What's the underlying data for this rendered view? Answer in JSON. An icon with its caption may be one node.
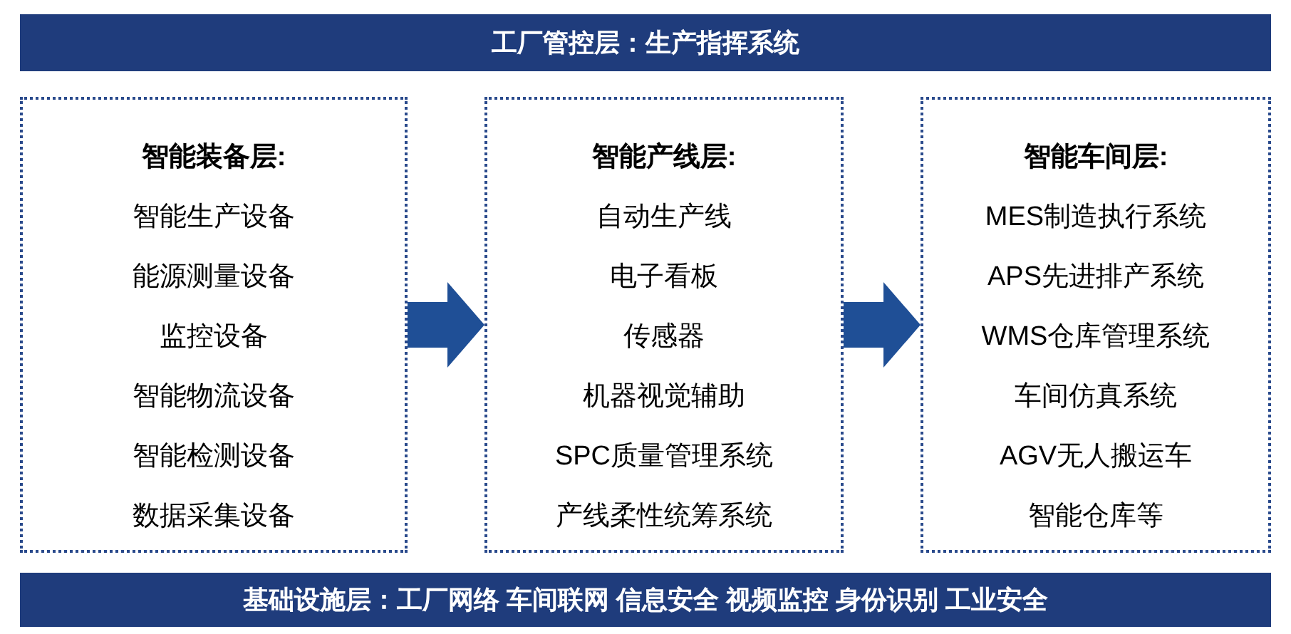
{
  "diagram": {
    "nodes": [
      {
        "text": [
          "工厂管控层：生产指挥系统"
        ]
      },
      {
        "text": [
          "智能装备层:",
          "智能生产设备",
          "能源测量设备",
          "监控设备",
          "智能物流设备",
          "智能检测设备",
          "数据采集设备"
        ]
      },
      {
        "text": [
          "智能产线层:",
          "自动生产线",
          "电子看板",
          "传感器",
          "机器视觉辅助",
          "SPC质量管理系统",
          "产线柔性统筹系统"
        ]
      },
      {
        "text": [
          "智能车间层:",
          "MES制造执行系统",
          "APS先进排产系统",
          "WMS仓库管理系统",
          "车间仿真系统",
          "AGV无人搬运车",
          "智能仓库等"
        ]
      },
      {
        "text": [
          "基础设施层：工厂网络 车间联网 信息安全 视频监控 身份识别 工业安全"
        ]
      }
    ],
    "edges": [
      {
        "from": 1,
        "to": 2,
        "arrow": "to",
        "style": "thick"
      },
      {
        "from": 2,
        "to": 3,
        "arrow": "to",
        "style": "thick"
      }
    ]
  }
}
